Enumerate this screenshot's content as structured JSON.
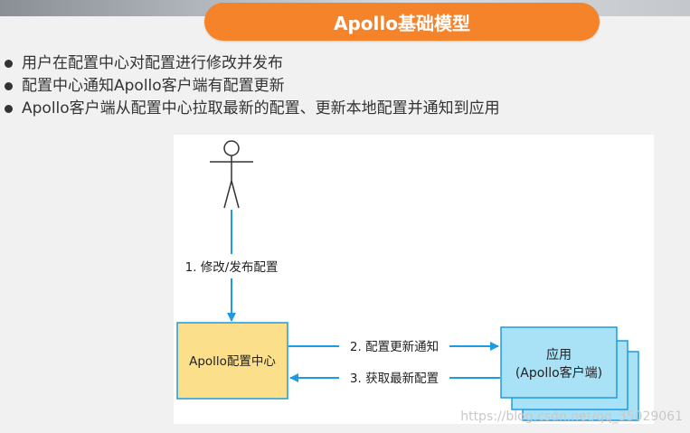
{
  "title": "Apollo基础模型",
  "bullets": [
    "用户在配置中心对配置进行修改并发布",
    "配置中心通知Apollo客户端有配置更新",
    "Apollo客户端从配置中心拉取最新的配置、更新本地配置并通知到应用"
  ],
  "diagram": {
    "actor_edge_label": "1. 修改/发布配置",
    "config_center_label": "Apollo配置中心",
    "notify_edge_label": "2. 配置更新通知",
    "fetch_edge_label": "3. 获取最新配置",
    "app_label_line1": "应用",
    "app_label_line2": "(Apollo客户端)"
  },
  "watermark": "https://blog.csdn.net/qq_35029061",
  "colors": {
    "title_bg": "#f5832a",
    "config_center_fill": "#fcdf8a",
    "app_fill": "#a9e1f6",
    "arrow": "#1d9be0"
  }
}
